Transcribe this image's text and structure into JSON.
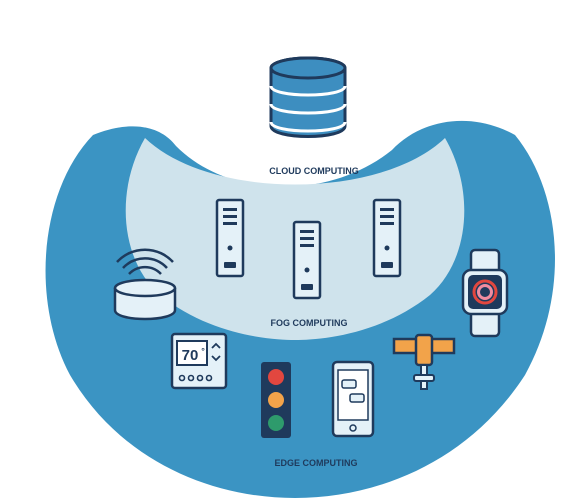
{
  "labels": {
    "cloud": "CLOUD COMPUTING",
    "fog": "FOG COMPUTING",
    "edge": "EDGE COMPUTING"
  },
  "devices": {
    "thermostat_display": "70",
    "thermostat_degree": "°"
  },
  "colors": {
    "edge_ring": "#3b94c3",
    "fog_ring": "#cfe3ec",
    "database": "#3d8ec0",
    "outline": "#1f3a5c",
    "device_fill": "#e4f1f8",
    "light_red": "#e2473f",
    "light_amber": "#f2a34a",
    "light_green": "#2e9b6c",
    "watch_ring_red": "#e2473f",
    "watch_ring_pink": "#f08ca0",
    "pipe_orange": "#f2a34a"
  },
  "icons": [
    "database-icon",
    "server-left-icon",
    "server-center-icon",
    "server-right-icon",
    "smart-speaker-icon",
    "thermostat-icon",
    "traffic-light-icon",
    "smartphone-icon",
    "water-valve-icon",
    "smartwatch-icon"
  ]
}
